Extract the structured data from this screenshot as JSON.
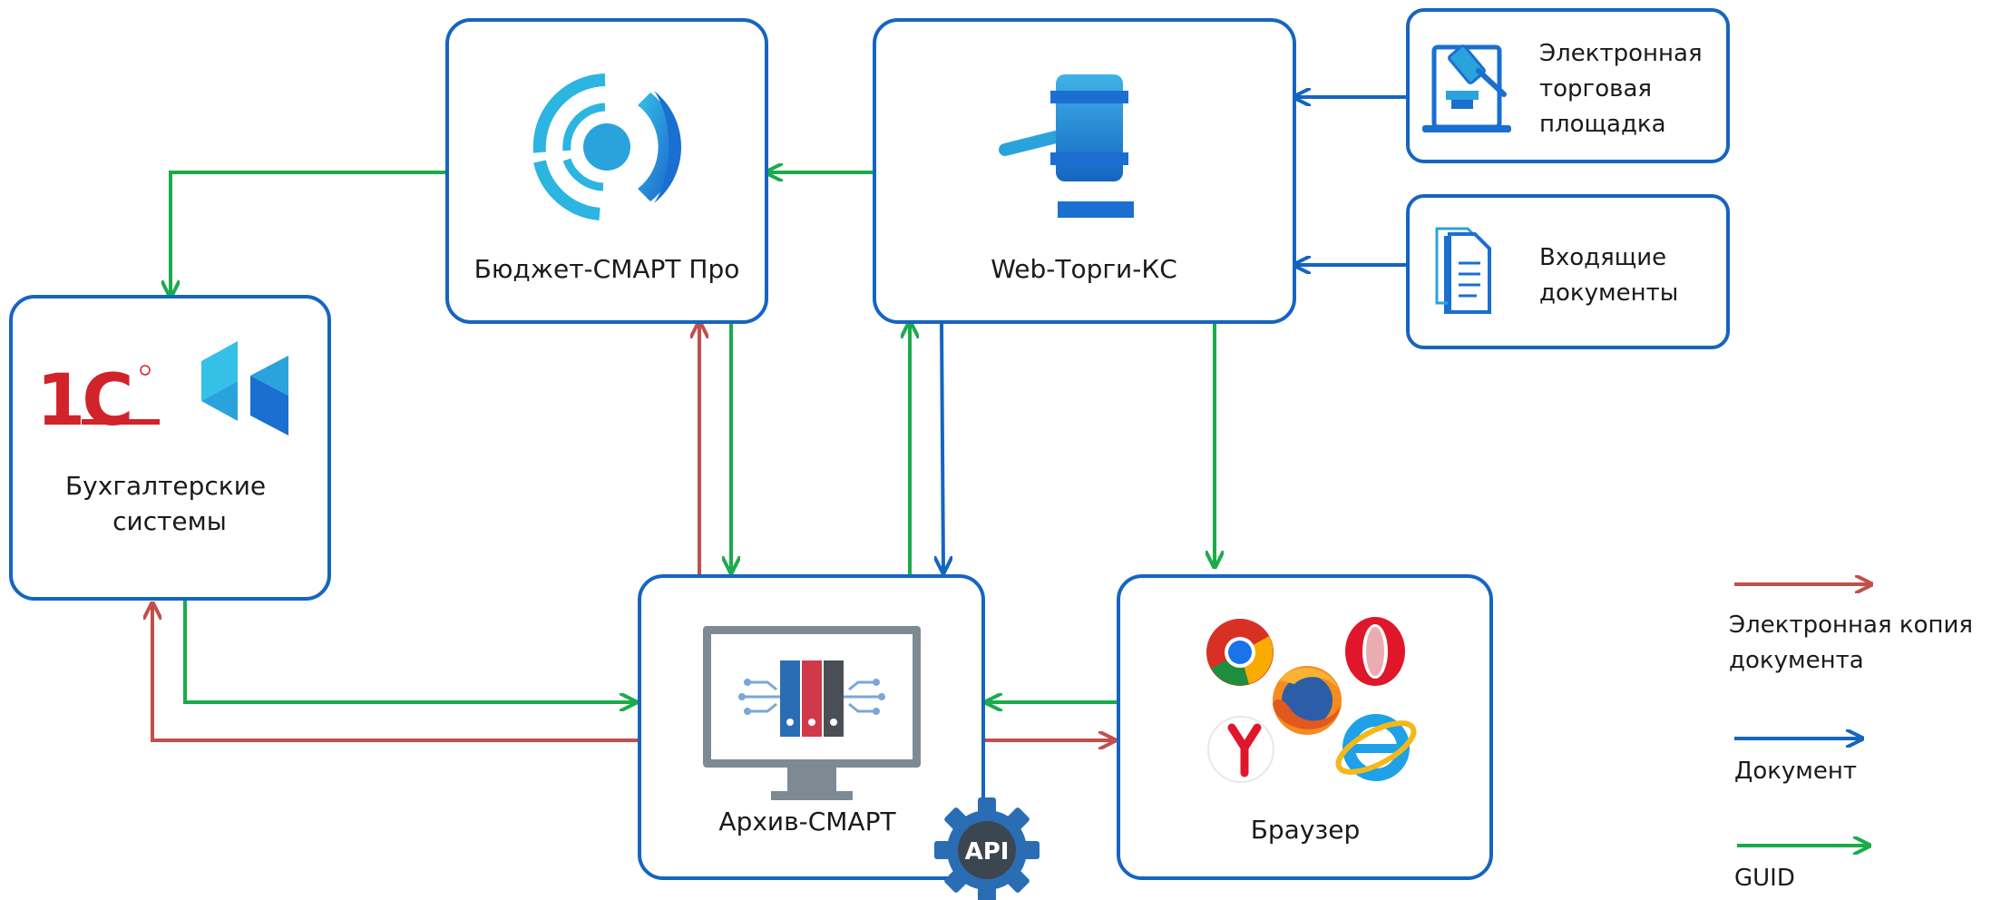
{
  "colors": {
    "box_border": "#1565c0",
    "red_arrow": "#c0504d",
    "blue_arrow": "#1565c0",
    "green_arrow": "#1aac4a",
    "logo_1c_red": "#d0232a",
    "api_gear": "#2a6db5"
  },
  "nodes": {
    "budget": {
      "label": "Бюджет-СМАРТ Про",
      "icon": "budget-smart-logo"
    },
    "webtorgi": {
      "label": "Web-Торги-КС",
      "icon": "gavel-icon"
    },
    "etp": {
      "label_lines": [
        "Электронная",
        "торговая",
        "площадка"
      ],
      "icon": "laptop-gavel-icon"
    },
    "incoming": {
      "label_lines": [
        "Входящие",
        "документы"
      ],
      "icon": "documents-icon"
    },
    "accounting": {
      "label_lines": [
        "Бухгалтерские",
        "системы"
      ],
      "logo_1c": "1С",
      "icon": "1c-logo"
    },
    "archive": {
      "label": "Архив-СМАРТ",
      "icon": "monitor-folders-icon",
      "badge": "API"
    },
    "browser": {
      "label": "Браузер",
      "icon": "browsers-icon"
    }
  },
  "legend": [
    {
      "color": "red",
      "lines": [
        "Электронная копия",
        "документа"
      ]
    },
    {
      "color": "blue",
      "lines": [
        "Документ"
      ]
    },
    {
      "color": "green",
      "lines": [
        "GUID"
      ]
    }
  ]
}
